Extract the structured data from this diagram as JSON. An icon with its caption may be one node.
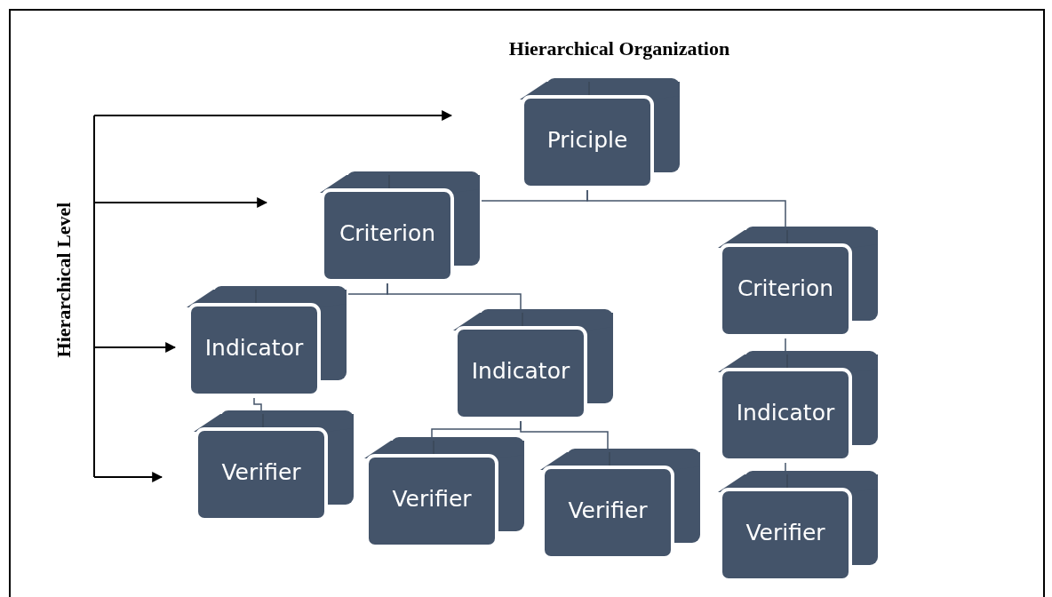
{
  "diagram": {
    "title": "Hierarchical Organization",
    "nodes": [
      {
        "text": [
          "Priciple"
        ]
      },
      {
        "text": [
          "Criterion"
        ]
      },
      {
        "text": [
          "Criterion"
        ]
      },
      {
        "text": [
          "Indicator"
        ]
      },
      {
        "text": [
          "Indicator"
        ]
      },
      {
        "text": [
          "Indicator"
        ]
      },
      {
        "text": [
          "Verifier"
        ]
      },
      {
        "text": [
          "Verifier"
        ]
      },
      {
        "text": [
          "Verifier"
        ]
      },
      {
        "text": [
          "Verifier"
        ]
      }
    ],
    "edges": [
      {
        "from": 0,
        "to": 1,
        "arrow": "none"
      },
      {
        "from": 0,
        "to": 2,
        "arrow": "none"
      },
      {
        "from": 1,
        "to": 3,
        "arrow": "none"
      },
      {
        "from": 1,
        "to": 4,
        "arrow": "none"
      },
      {
        "from": 3,
        "to": 6,
        "arrow": "none"
      },
      {
        "from": 4,
        "to": 7,
        "arrow": "none"
      },
      {
        "from": 4,
        "to": 8,
        "arrow": "none"
      },
      {
        "from": 2,
        "to": 5,
        "arrow": "none"
      },
      {
        "from": 5,
        "to": 9,
        "arrow": "none"
      }
    ],
    "labels": [
      "Hierarchical Level"
    ]
  }
}
